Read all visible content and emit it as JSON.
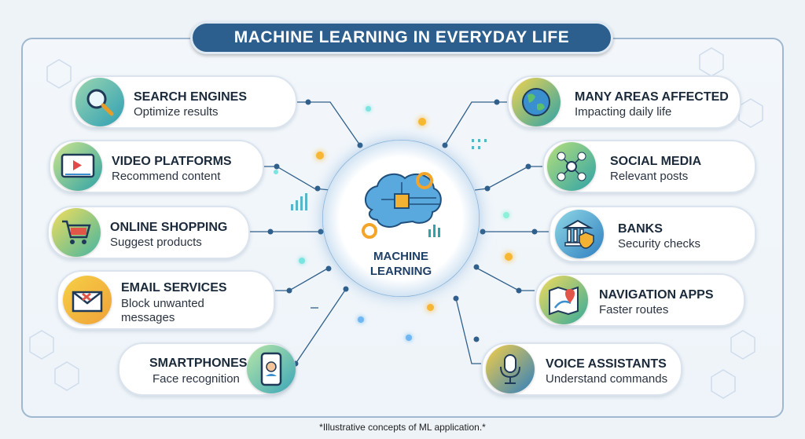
{
  "title": "MACHINE LEARNING IN EVERYDAY LIFE",
  "center_label_line1": "MACHINE",
  "center_label_line2": "LEARNING",
  "footnote": "*Illustrative concepts of ML application.*",
  "left_items": [
    {
      "title": "SEARCH ENGINES",
      "desc": "Optimize results",
      "icon": "magnifier-icon"
    },
    {
      "title": "VIDEO PLATFORMS",
      "desc": "Recommend content",
      "icon": "video-player-icon"
    },
    {
      "title": "ONLINE SHOPPING",
      "desc": "Suggest products",
      "icon": "shopping-cart-icon"
    },
    {
      "title": "EMAIL SERVICES",
      "desc": "Block unwanted messages",
      "icon": "envelope-icon"
    },
    {
      "title": "SMARTPHONES",
      "desc": "Face recognition",
      "icon": "smartphone-face-icon"
    }
  ],
  "right_items": [
    {
      "title": "MANY AREAS AFFECTED",
      "desc": "Impacting daily life",
      "icon": "globe-icon"
    },
    {
      "title": "SOCIAL MEDIA",
      "desc": "Relevant posts",
      "icon": "network-icon"
    },
    {
      "title": "BANKS",
      "desc": "Security checks",
      "icon": "bank-shield-icon"
    },
    {
      "title": "NAVIGATION APPS",
      "desc": "Faster routes",
      "icon": "map-pin-icon"
    },
    {
      "title": "VOICE ASSISTANTS",
      "desc": "Understand commands",
      "icon": "microphone-icon"
    }
  ],
  "colors": {
    "title_bg": "#2c5f8d",
    "hub_ring": "#2f77b5",
    "icon_gradient_start": "#f7d34a",
    "icon_gradient_end": "#2ea3a8"
  }
}
